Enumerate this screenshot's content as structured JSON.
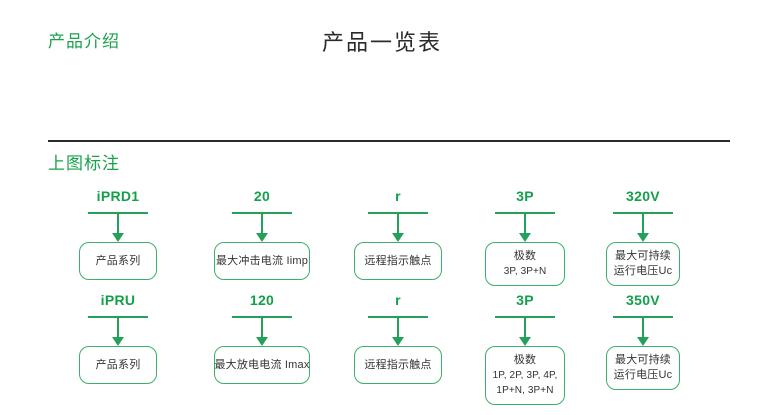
{
  "header": {
    "breadcrumb": "产品介绍",
    "title": "产品一览表"
  },
  "section": {
    "heading": "上图标注"
  },
  "colors": {
    "label_green": "#13a04b",
    "heading_green": "#1aa14c",
    "box_border_green": "#3cb06a",
    "connector_green": "#25a05a",
    "title_dark": "#2b2b2b",
    "body_dark": "#333333",
    "divider": "#2b2b2b",
    "background": "#ffffff"
  },
  "diagram": {
    "rows": [
      {
        "id": "iprd1",
        "columns": [
          {
            "label": "iPRD1",
            "lines": [
              "产品系列"
            ]
          },
          {
            "label": "20",
            "lines": [
              "最大冲击电流 Iimp"
            ]
          },
          {
            "label": "r",
            "lines": [
              "远程指示触点"
            ]
          },
          {
            "label": "3P",
            "lines": [
              "极数",
              "3P, 3P+N"
            ]
          },
          {
            "label": "320V",
            "lines": [
              "最大可持续",
              "运行电压Uc"
            ]
          }
        ]
      },
      {
        "id": "ipru",
        "columns": [
          {
            "label": "iPRU",
            "lines": [
              "产品系列"
            ]
          },
          {
            "label": "120",
            "lines": [
              "最大放电电流 Imax"
            ]
          },
          {
            "label": "r",
            "lines": [
              "远程指示触点"
            ]
          },
          {
            "label": "3P",
            "lines": [
              "极数",
              "1P, 2P, 3P, 4P,",
              "1P+N, 3P+N"
            ]
          },
          {
            "label": "350V",
            "lines": [
              "最大可持续",
              "运行电压Uc"
            ]
          }
        ]
      }
    ]
  }
}
